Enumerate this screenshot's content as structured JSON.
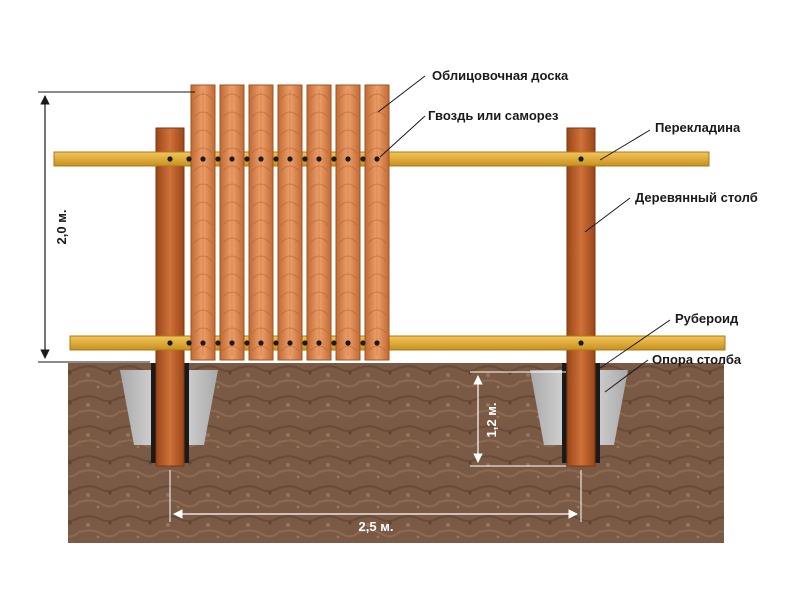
{
  "labels": {
    "cladding_board": "Облицовочная доска",
    "nail": "Гвоздь или саморез",
    "crossbar": "Перекладина",
    "wooden_post": "Деревянный столб",
    "roofing_felt": "Рубероид",
    "post_support": "Опора столба"
  },
  "dimensions": {
    "height": "2,0 м.",
    "depth": "1,2 м.",
    "span": "2,5 м."
  },
  "colors": {
    "soil": "#7a5a44",
    "post": "#c0622a",
    "post_dark": "#8e3f17",
    "board": "#e0905a",
    "board_dark": "#b8612e",
    "crossbar": "#e8b23a",
    "crossbar_dark": "#b8831c",
    "concrete": "#c9c9c9",
    "felt": "#1a1a1a"
  }
}
